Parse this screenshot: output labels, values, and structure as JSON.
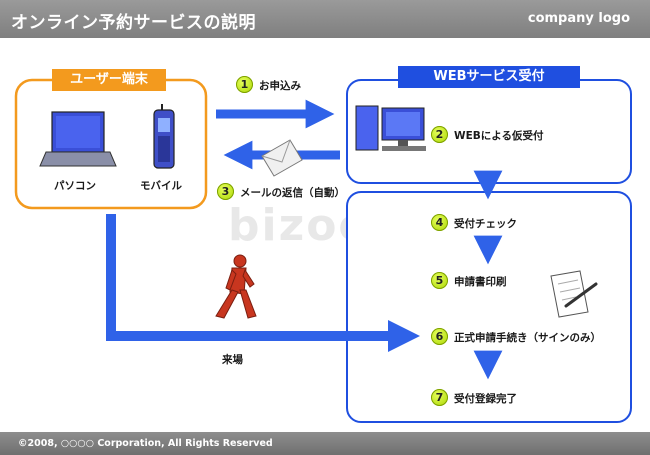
{
  "header": {
    "title": "オンライン予約サービスの説明",
    "logo": "company logo"
  },
  "footer": {
    "copyright": "©2008, ○○○○ Corporation, All Rights Reserved"
  },
  "watermark": "bizocean",
  "user_box": {
    "title": "ユーザー端末",
    "pc_label": "パソコン",
    "mobile_label": "モバイル"
  },
  "web_box": {
    "title": "WEBサービス受付"
  },
  "steps": [
    {
      "num": "1",
      "label": "お申込み"
    },
    {
      "num": "2",
      "label": "WEBによる仮受付"
    },
    {
      "num": "3",
      "label": "メールの返信（自動）"
    },
    {
      "num": "4",
      "label": "受付チェック"
    },
    {
      "num": "5",
      "label": "申請書印刷"
    },
    {
      "num": "6",
      "label": "正式申請手続き（サインのみ）"
    },
    {
      "num": "7",
      "label": "受付登録完了"
    }
  ],
  "visit_label": "来場",
  "colors": {
    "blue": "#2f62e8",
    "orange": "#f39a1e",
    "box_blue": "#1f4fe0",
    "step_green": "#b5e000"
  }
}
